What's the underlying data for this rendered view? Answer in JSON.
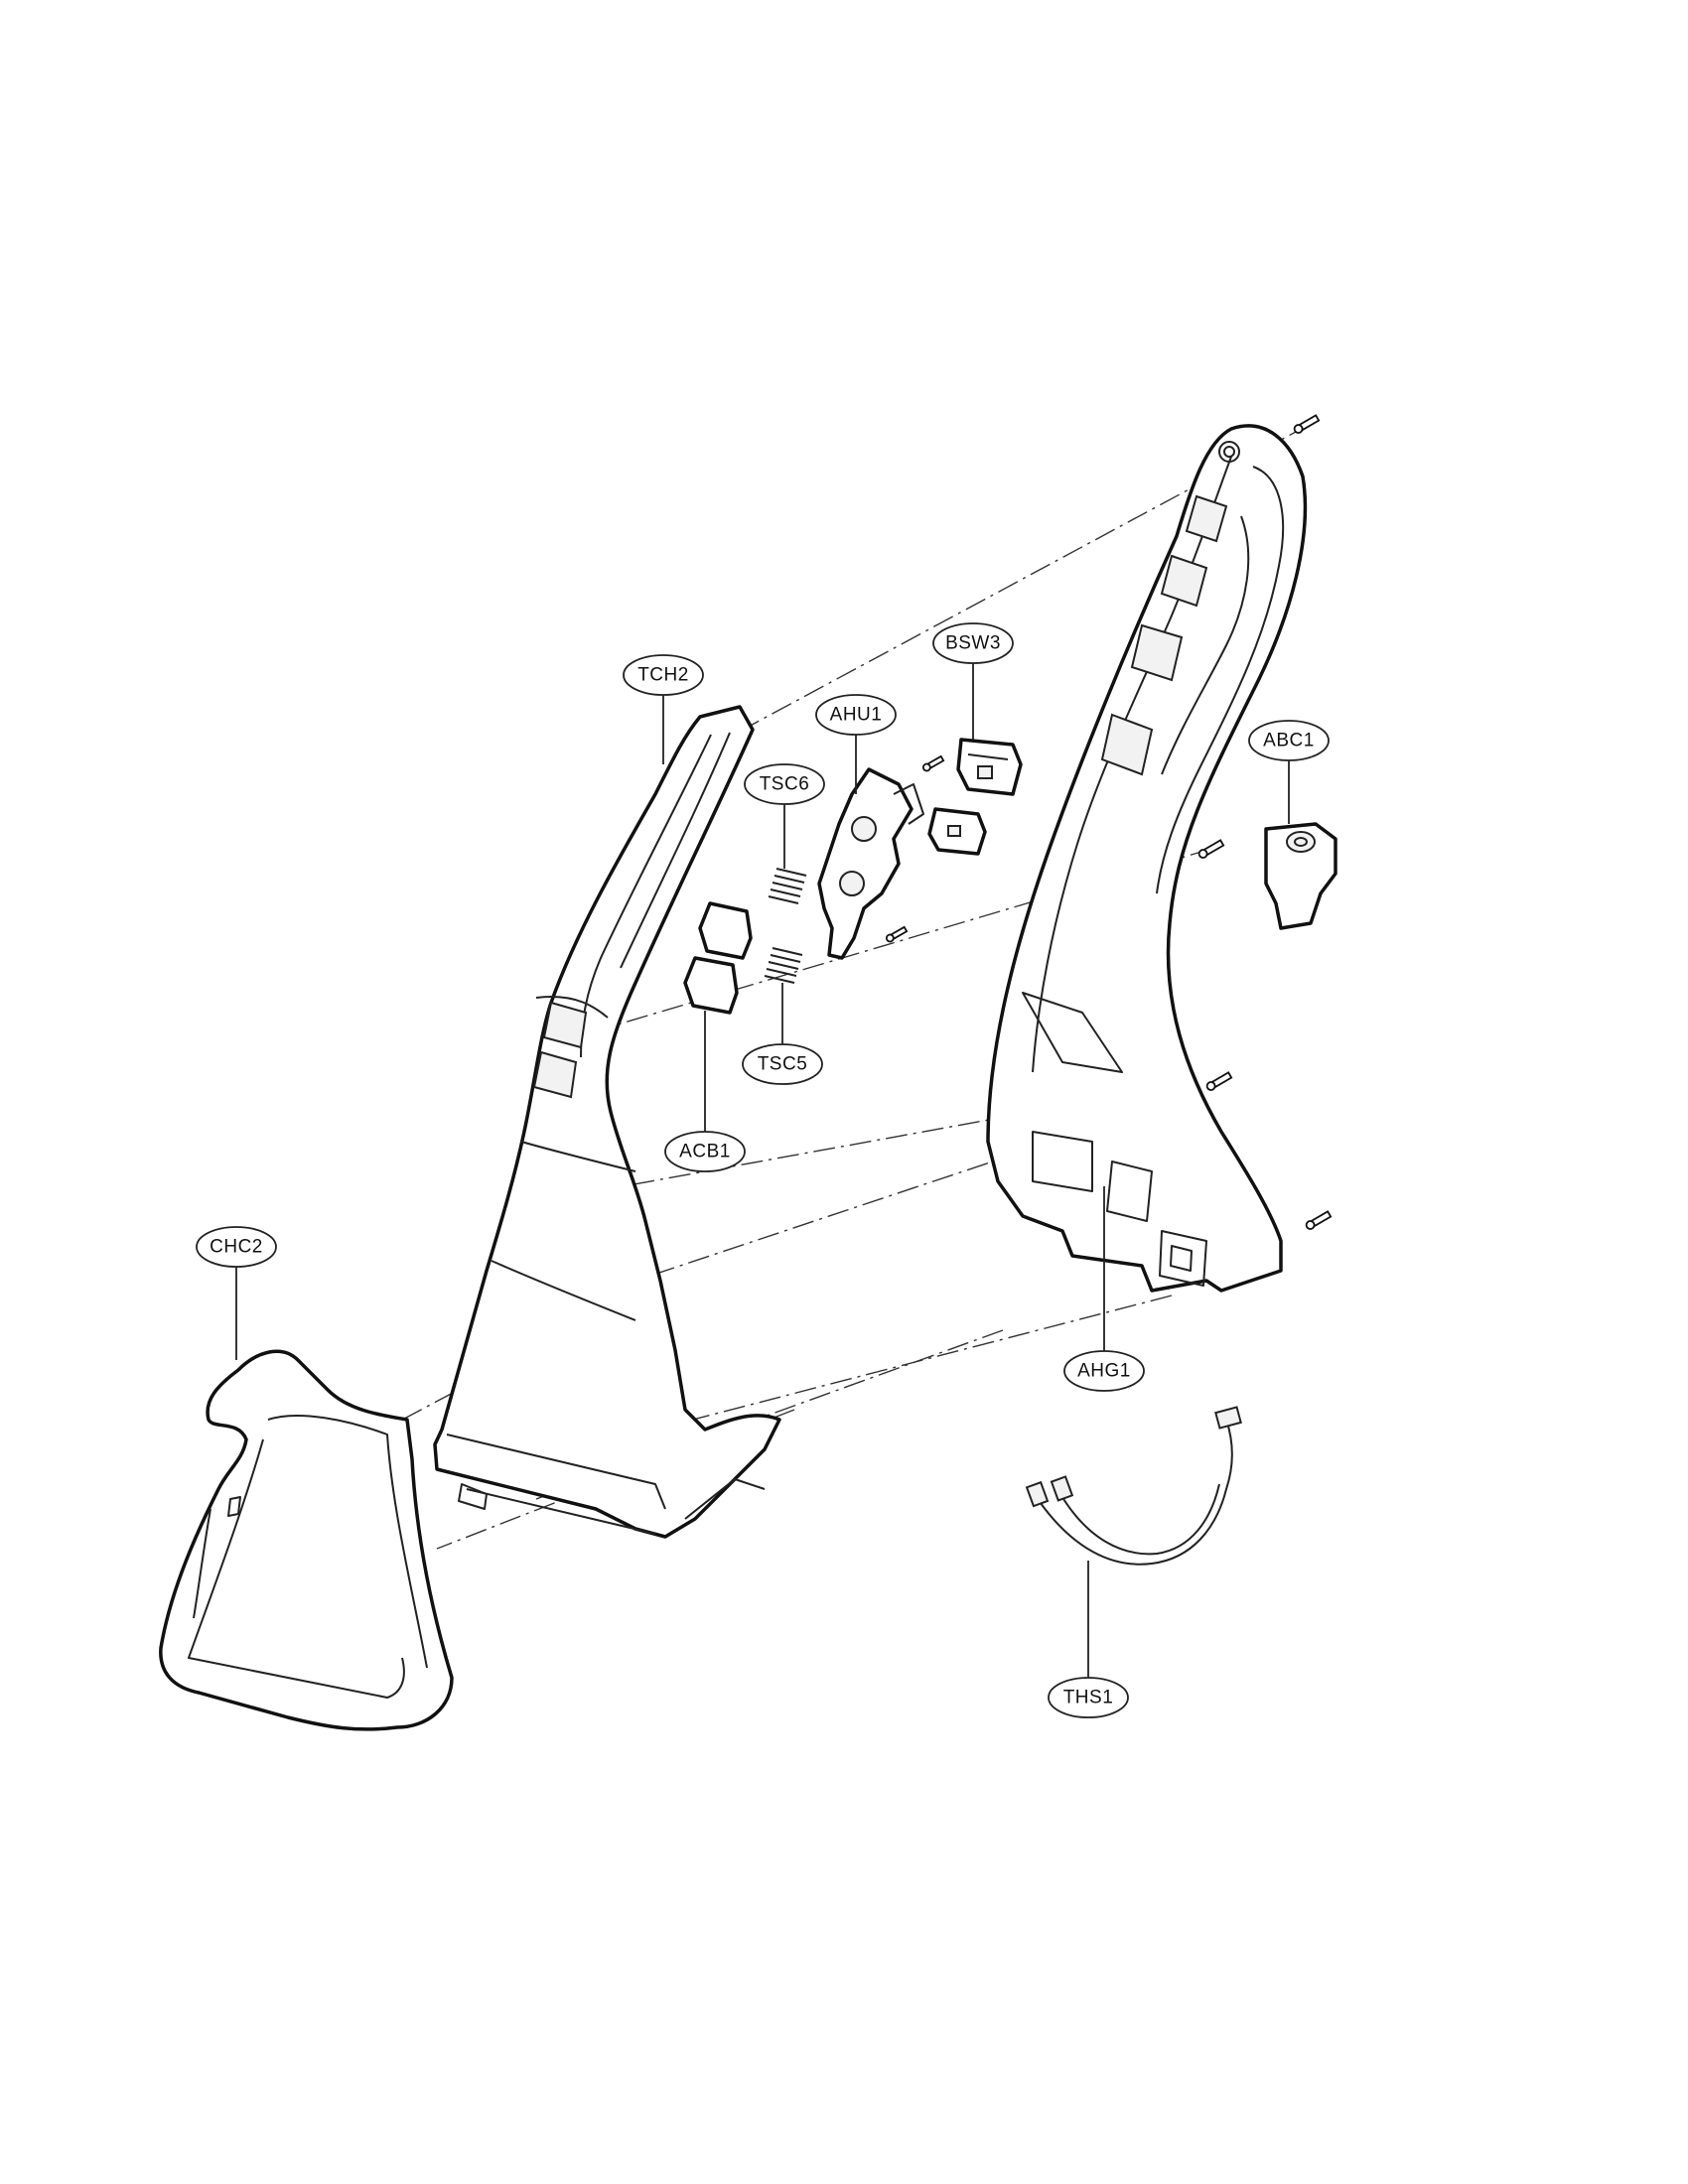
{
  "callouts": [
    {
      "id": "tch2",
      "label": "TCH2"
    },
    {
      "id": "bsw3",
      "label": "BSW3"
    },
    {
      "id": "ahu1",
      "label": "AHU1"
    },
    {
      "id": "abc1",
      "label": "ABC1"
    },
    {
      "id": "tsc6",
      "label": "TSC6"
    },
    {
      "id": "tsc5",
      "label": "TSC5"
    },
    {
      "id": "acb1",
      "label": "ACB1"
    },
    {
      "id": "chc2",
      "label": "CHC2"
    },
    {
      "id": "ahg1",
      "label": "AHG1"
    },
    {
      "id": "ths1",
      "label": "THS1"
    }
  ]
}
